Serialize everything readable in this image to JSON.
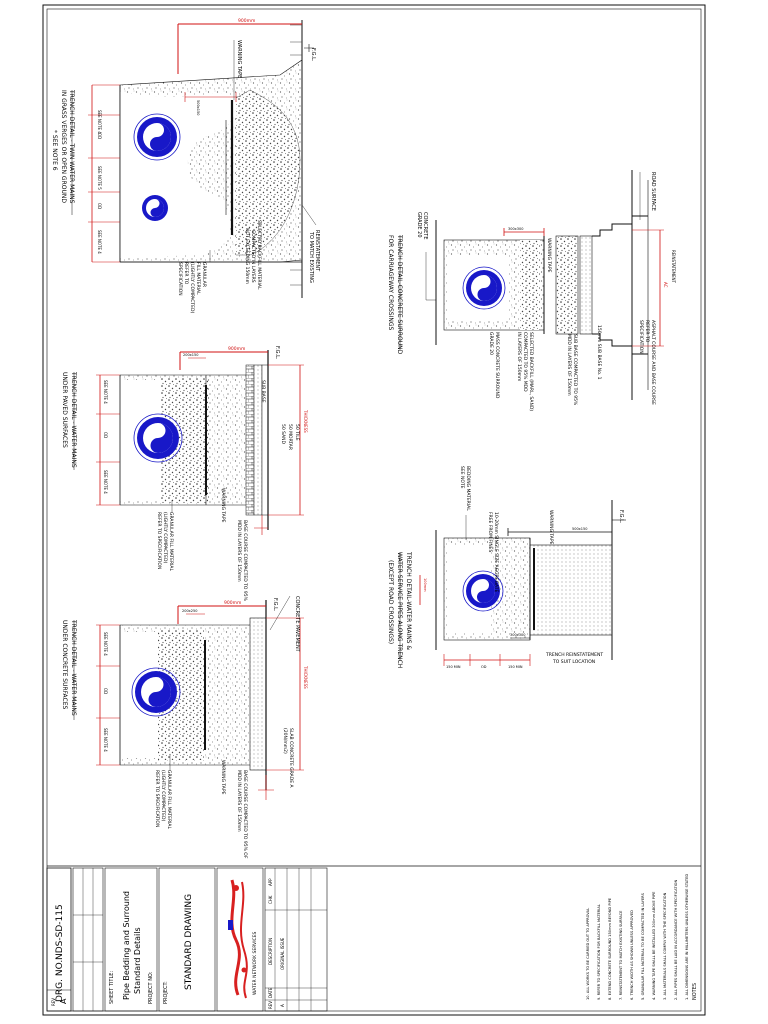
{
  "notes": {
    "title": "NOTES",
    "lines": [
      "1. ALL DIMENSIONS ARE IN MILLIMETERS UNLESS OTHERWISE STATED",
      "2. ALL PIPES SHALL BE LAID IN ACCORDANCE WITH SPECIFICATION",
      "3. ALL MATERIALS SHALL COMPLY WITH THE SPECIFICATION",
      "4. WARNING TAPE SHALL BE INSTALLED 300mm ABOVE PIPE",
      "5. GRANULAR FILL MATERIAL TO BE COMPACTED IN LAYERS",
      "6. TRENCH WIDTH AS SHOWN UNLESS APPROVED",
      "7. REINSTATEMENT TO MATCH EXISTING SURFACE",
      "8. EXTEND CONCRETE SURROUND 150mm BEYOND PIPE",
      "9. REFER TO SPECIFICATION FOR BACKFILL MATERIAL",
      "10. ALL WORKS TO BE CARRIED OUT TO APPROVAL"
    ]
  },
  "title_block": {
    "project_label": "PROJECT:",
    "project": "STANDARD DRAWING",
    "project_no_label": "PROJECT NO:",
    "sheet_title_label": "SHEET TITLE:",
    "sheet_title_1": "Pipe Bedding and Surround",
    "sheet_title_2": "Standard Details",
    "dwg_label": "DRG. NO.",
    "dwg_no": "NDS-SD-115",
    "rev_label": "REV",
    "rev": "A",
    "rev_header": [
      "REV",
      "DATE",
      "DESCRIPTION",
      "CHK",
      "APP"
    ],
    "rev_rows": [
      [
        "A",
        "",
        "ORIGINAL ISSUE",
        "",
        ""
      ],
      [
        "",
        "",
        "",
        "",
        ""
      ]
    ],
    "logo_caption": "WATER NETWORK SERVICES"
  },
  "details": {
    "d1": {
      "title_1": "TRENCH DETAIL - TWIN WATER MAINS",
      "title_2": "IN GRASS VERGES OR OPEN GROUND",
      "title_3": "* SEE NOTE 6",
      "width": "900mm",
      "fgl": "F.G.L.",
      "warning": "WARNING TAPE",
      "backfill_1": "SELECTED BACKFILL MATERIAL",
      "backfill_2": "COMPACTED IN LAYERS",
      "backfill_3": "NOT EXCEEDING 150mm",
      "granular_1": "GRANULAR",
      "granular_2": "FILL MATERIAL",
      "granular_3": "(LIGHTLY COMPACTED)",
      "granular_4": "REFER TO",
      "granular_5": "SPECIFICATION",
      "topsoil_1": "REINSTATEMENT",
      "topsoil_2": "TO MATCH EXISTING",
      "dims": [
        "SEE NOTE 4",
        "OD",
        "SEE NOTE 5",
        "OD",
        "SEE NOTE 4"
      ]
    },
    "d2": {
      "title_1": "TRENCH DETAIL - WATER MAINS",
      "title_2": "UNDER PAVED SURFACES",
      "width": "900mm",
      "fgl": "F.G.L.",
      "tile": "50 TILE",
      "mortar": "50 MORTAR",
      "sand": "50 SAND",
      "base": "SUB BASE",
      "warning": "WARNING TAPE",
      "base_1": "BASE COURSE COMPACTED TO 95%",
      "base_2": "MDD IN LAYERS OF 150mm",
      "granular_1": "GRANULAR FILL MATERIAL",
      "granular_2": "(LIGHTLY COMPACTED)",
      "granular_3": "REFER TO SPECIFICATION",
      "dims": [
        "SEE NOTE 4",
        "OD",
        "SEE NOTE 4"
      ],
      "offset": "200x150",
      "thickness": "THICKNESS"
    },
    "d3": {
      "title_1": "TRENCH DETAIL - WATER MAINS",
      "title_2": "UNDER CONCRETE SURFACES",
      "width": "900mm",
      "fgl": "F.G.L.",
      "pavement": "CONCRETE PAVEMENT",
      "slab_1": "SLAB CONCRETE GRADE A",
      "slab_2": "(20N/mm2)",
      "warning": "WARNING TAPE",
      "base_1": "BASE COURSE COMPACTED TO 95% OF",
      "base_2": "MDD IN LAYERS OF 150mm",
      "granular_1": "GRANULAR FILL MATERIAL",
      "granular_2": "(LIGHTLY COMPACTED)",
      "granular_3": "REFER TO SPECIFICATION",
      "dims": [
        "SEE NOTE 4",
        "OD",
        "SEE NOTE 4"
      ],
      "offset": "200x250",
      "thickness": "THICKNESS"
    },
    "d4": {
      "title_1": "TRENCH DETAIL-CONCRETE SURROUND",
      "title_2": "FOR CARRIAGEWAY CROSSINGS",
      "concrete": "CONCRETE",
      "grade": "GRADE 20",
      "road": "ROAD SURFACE",
      "warning": "WARNING TAPE",
      "asphalt_1": "ASPHALT COURSE AND BASE COURSE",
      "asphalt_2": "REFER TO",
      "asphalt_3": "SPECIFICATION",
      "sub_base_1": "SUB BASE COMPACTED TO 95%",
      "sub_base_2": "MDD IN LAYERS OF 150mm",
      "blinding_1": "150mm SUB BASE No. 1",
      "selected_1": "SELECTED BACKFILL (MARL, SAND)",
      "selected_2": "COMPACTED TO 95% MDD",
      "selected_3": "IN LAYERS OF 150mm",
      "lean_1": "MASS CONCRETE SURROUND",
      "lean_2": "GRADE 20",
      "reinstatement": "REINSTATEMENT",
      "ac": "AC",
      "offset": "300x300"
    },
    "d5": {
      "title_1": "TRENCH DETAIL-WATER MAINS &",
      "title_2": "WATER SERVICE PIPES ALONG TRENCH",
      "title_3": "(EXCEPT ROAD CROSSINGS)",
      "fgl": "F.G.L.",
      "warning": "WARNING TAPE",
      "aggregate_1": "10-20mm SINGLE SIZE AGGREGATE",
      "aggregate_2": "FREE FROM FINES",
      "bedding_1": "BEDDING MATERIAL",
      "bedding_2": "SEE NOTE",
      "reinstatement_1": "TRENCH REINSTATEMENT",
      "reinstatement_2": "TO SUIT LOCATION",
      "dims": [
        "150 MIN",
        "OD",
        "150 MIN"
      ],
      "offset": "500x150",
      "depth": "100mm"
    }
  },
  "colors": {
    "pipe_blue": "#1818c8",
    "dimension_red": "#d01010",
    "line_black": "#111111",
    "logo_red": "#d82020"
  }
}
